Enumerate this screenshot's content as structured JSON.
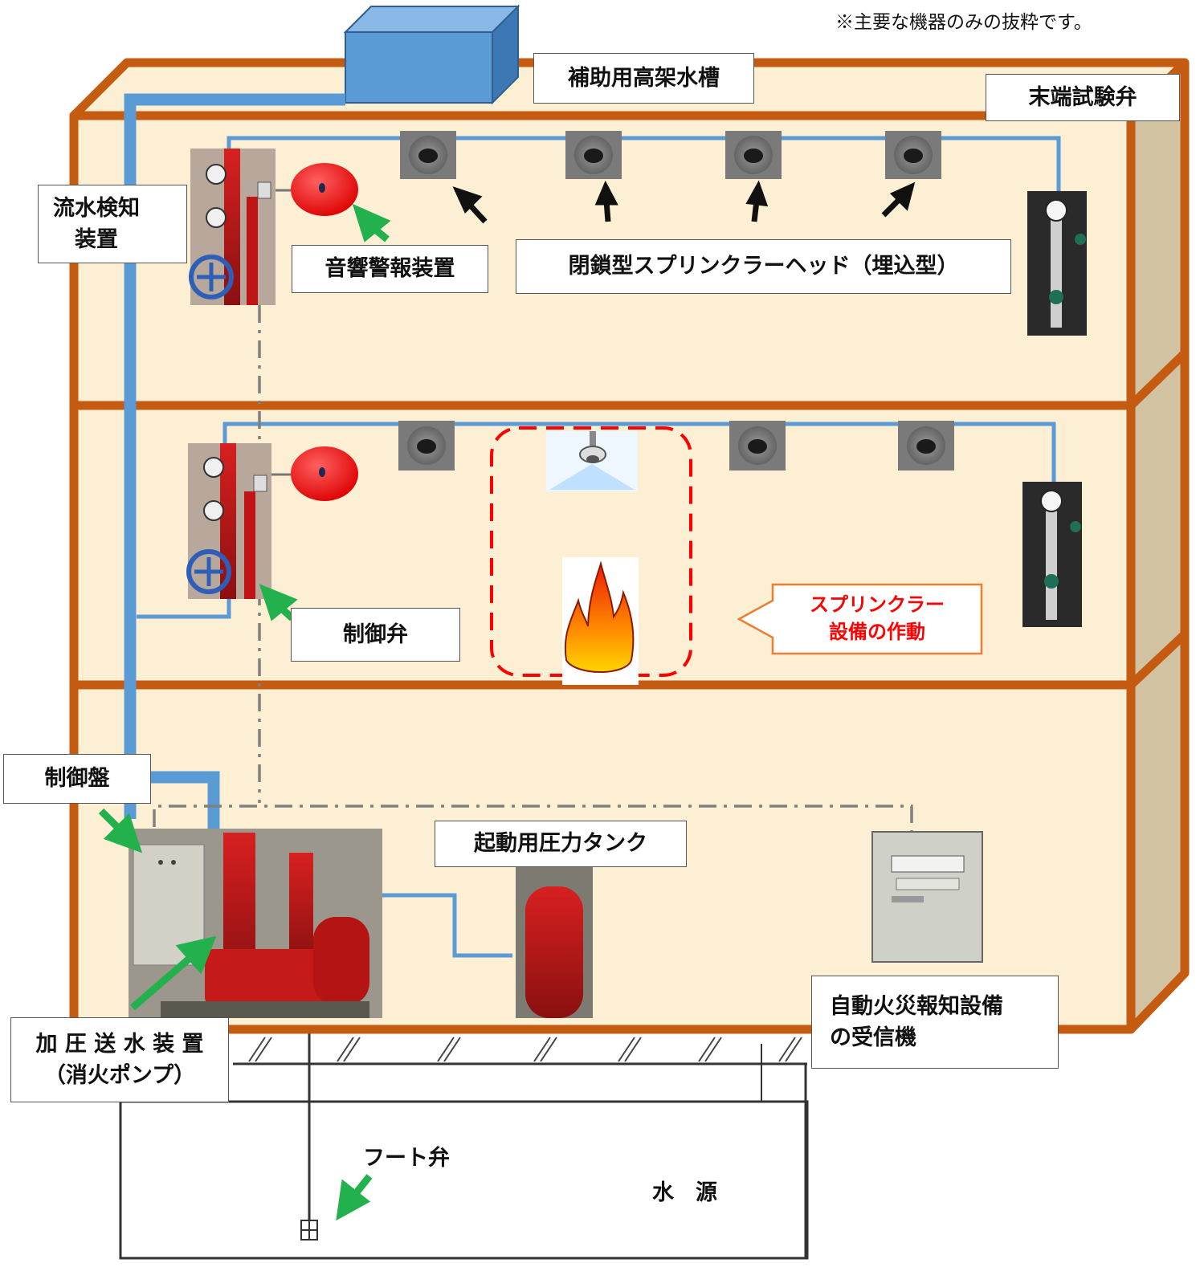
{
  "note": "※主要な機器のみの抜粋です。",
  "labels": {
    "auxiliary_tank": "補助用高架水槽",
    "end_test_valve": "末端試験弁",
    "flow_detector": "流水検知\n　装置",
    "alarm_device": "音響警報装置",
    "sprinkler_head": "閉鎖型スプリンクラーヘッド（埋込型）",
    "control_valve": "制御弁",
    "control_panel": "制御盤",
    "pressure_tank": "起動用圧力タンク",
    "fire_pump": "加 圧 送 水 装 置\n（消火ポンプ）",
    "fire_alarm_receiver": "自動火災報知設備\nの受信機",
    "foot_valve": "フート弁",
    "water_source": "水　源"
  },
  "callout": {
    "line1": "スプリンクラー",
    "line2": "設備の作動"
  },
  "colors": {
    "wall": "#c55a11",
    "floor_fill": "#fdefd3",
    "side_fill": "#d1c3a1",
    "pipe": "#5b9bd5",
    "bell": "#ee1111",
    "arrow_green": "#22b14c",
    "callout_red": "#ff0000",
    "callout_orange": "#ed7d31"
  }
}
